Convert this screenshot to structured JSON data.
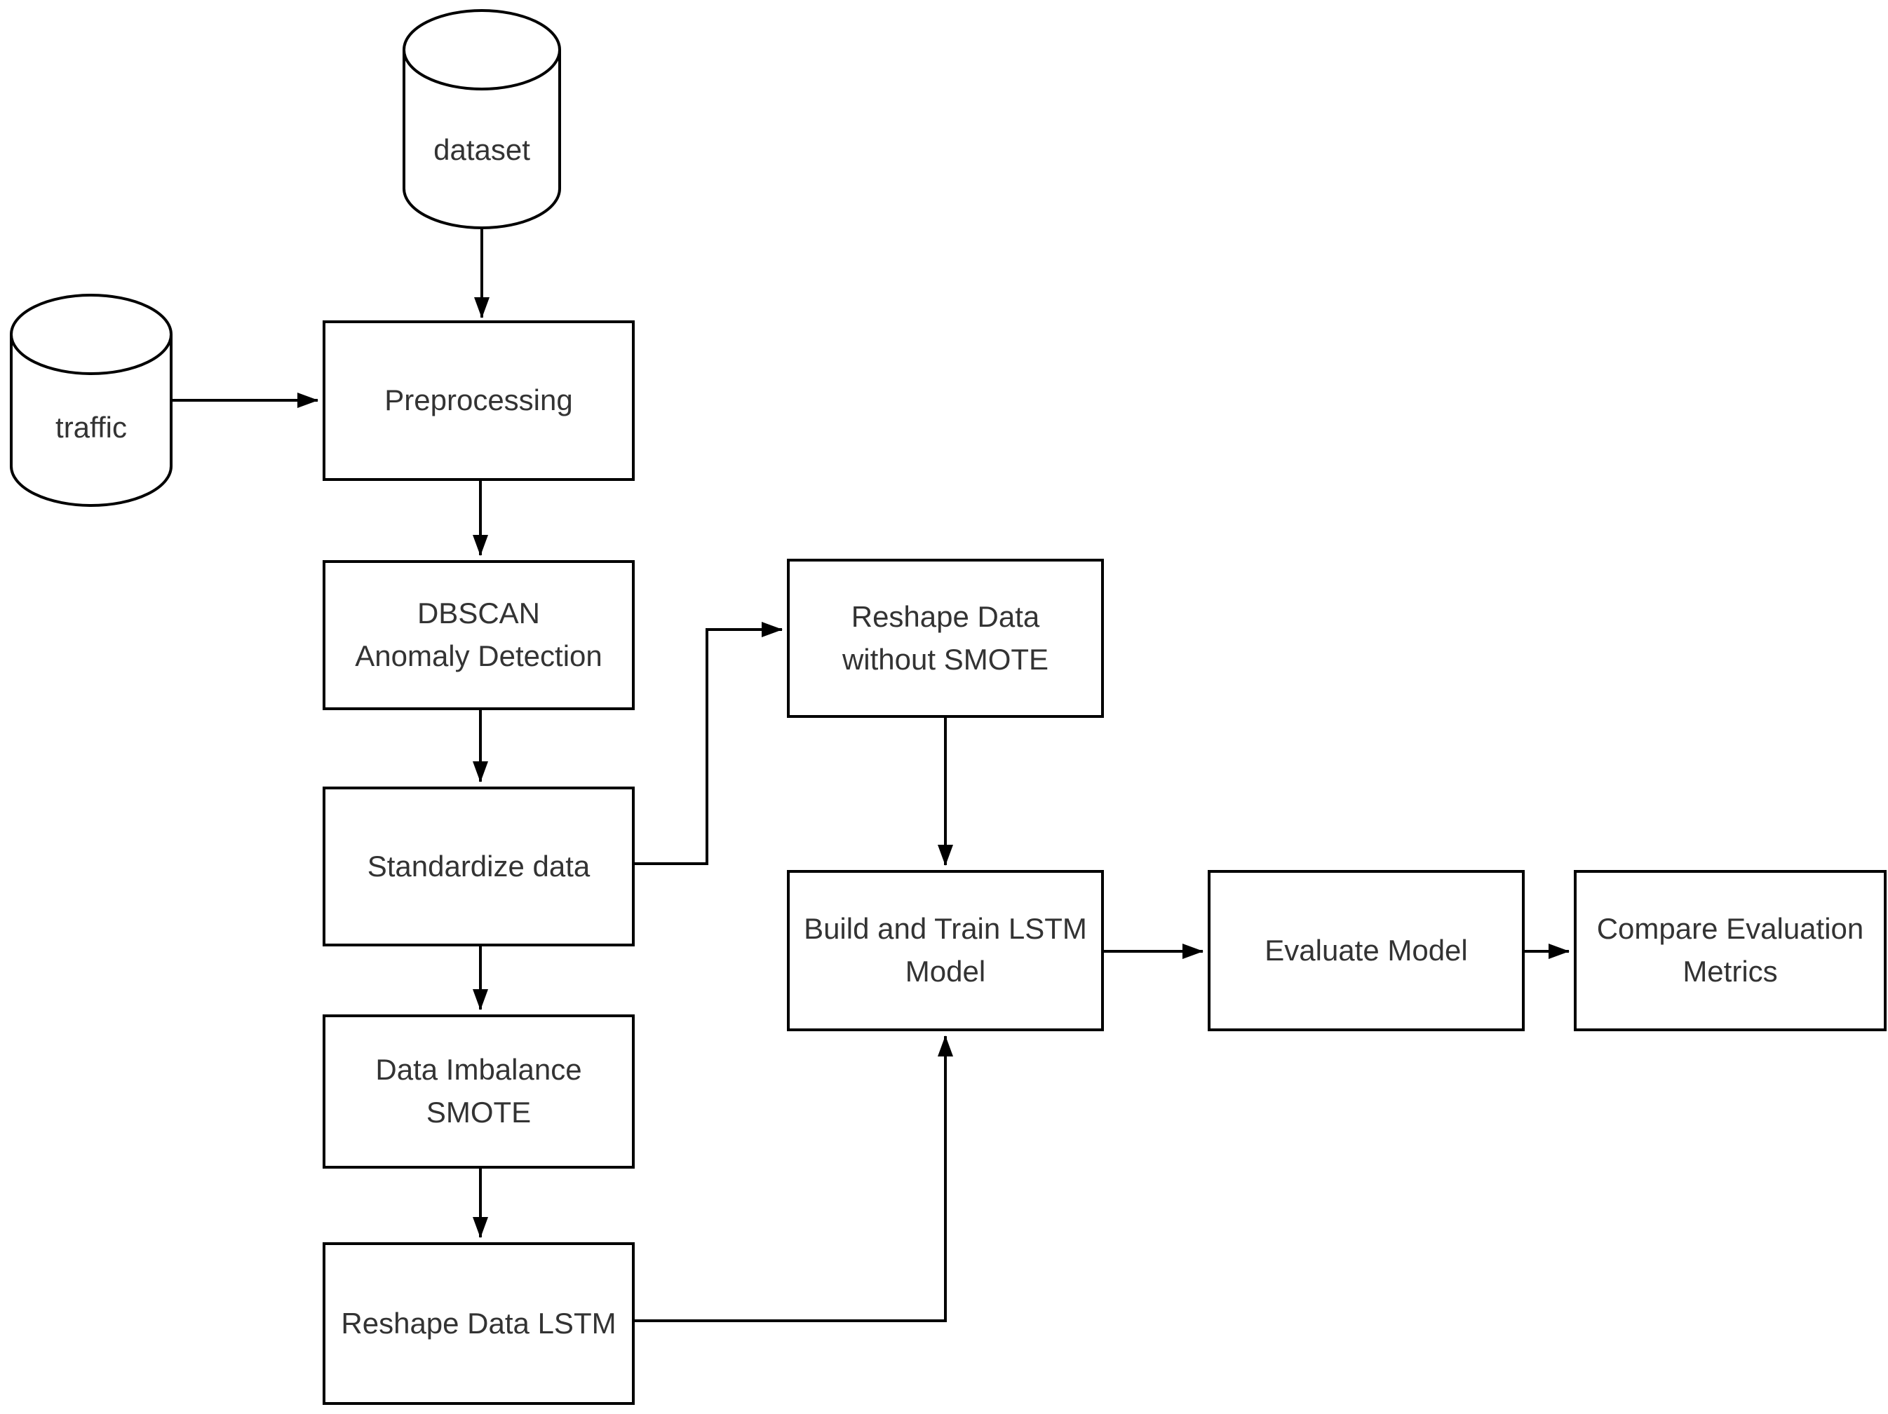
{
  "diagram": {
    "type": "flowchart",
    "background_color": "#ffffff",
    "stroke_color": "#000000",
    "text_color": "#333333",
    "nodes": {
      "dataset": {
        "label": "dataset",
        "shape": "cylinder"
      },
      "traffic": {
        "label": "traffic",
        "shape": "cylinder"
      },
      "preprocessing": {
        "label": "Preprocessing",
        "shape": "rect"
      },
      "dbscan": {
        "label": "DBSCAN\nAnomaly Detection",
        "shape": "rect"
      },
      "standardize": {
        "label": "Standardize data",
        "shape": "rect"
      },
      "smote": {
        "label": "Data Imbalance\nSMOTE",
        "shape": "rect"
      },
      "reshape_lstm": {
        "label": "Reshape Data LSTM",
        "shape": "rect"
      },
      "reshape_wo_smote": {
        "label": "Reshape Data\nwithout SMOTE",
        "shape": "rect"
      },
      "build_train": {
        "label": "Build and Train LSTM\nModel",
        "shape": "rect"
      },
      "evaluate": {
        "label": "Evaluate Model",
        "shape": "rect"
      },
      "compare": {
        "label": "Compare Evaluation\nMetrics",
        "shape": "rect"
      }
    },
    "edges": [
      {
        "from": "dataset",
        "to": "preprocessing",
        "style": "arrow-down"
      },
      {
        "from": "traffic",
        "to": "preprocessing",
        "style": "arrow-right"
      },
      {
        "from": "preprocessing",
        "to": "dbscan",
        "style": "arrow-down"
      },
      {
        "from": "dbscan",
        "to": "standardize",
        "style": "arrow-down"
      },
      {
        "from": "standardize",
        "to": "smote",
        "style": "arrow-down"
      },
      {
        "from": "smote",
        "to": "reshape_lstm",
        "style": "arrow-down"
      },
      {
        "from": "standardize",
        "to": "reshape_wo_smote",
        "style": "elbow-right-up-right"
      },
      {
        "from": "reshape_wo_smote",
        "to": "build_train",
        "style": "arrow-down"
      },
      {
        "from": "reshape_lstm",
        "to": "build_train",
        "style": "elbow-right-up"
      },
      {
        "from": "build_train",
        "to": "evaluate",
        "style": "arrow-right"
      },
      {
        "from": "evaluate",
        "to": "compare",
        "style": "arrow-right"
      }
    ]
  }
}
